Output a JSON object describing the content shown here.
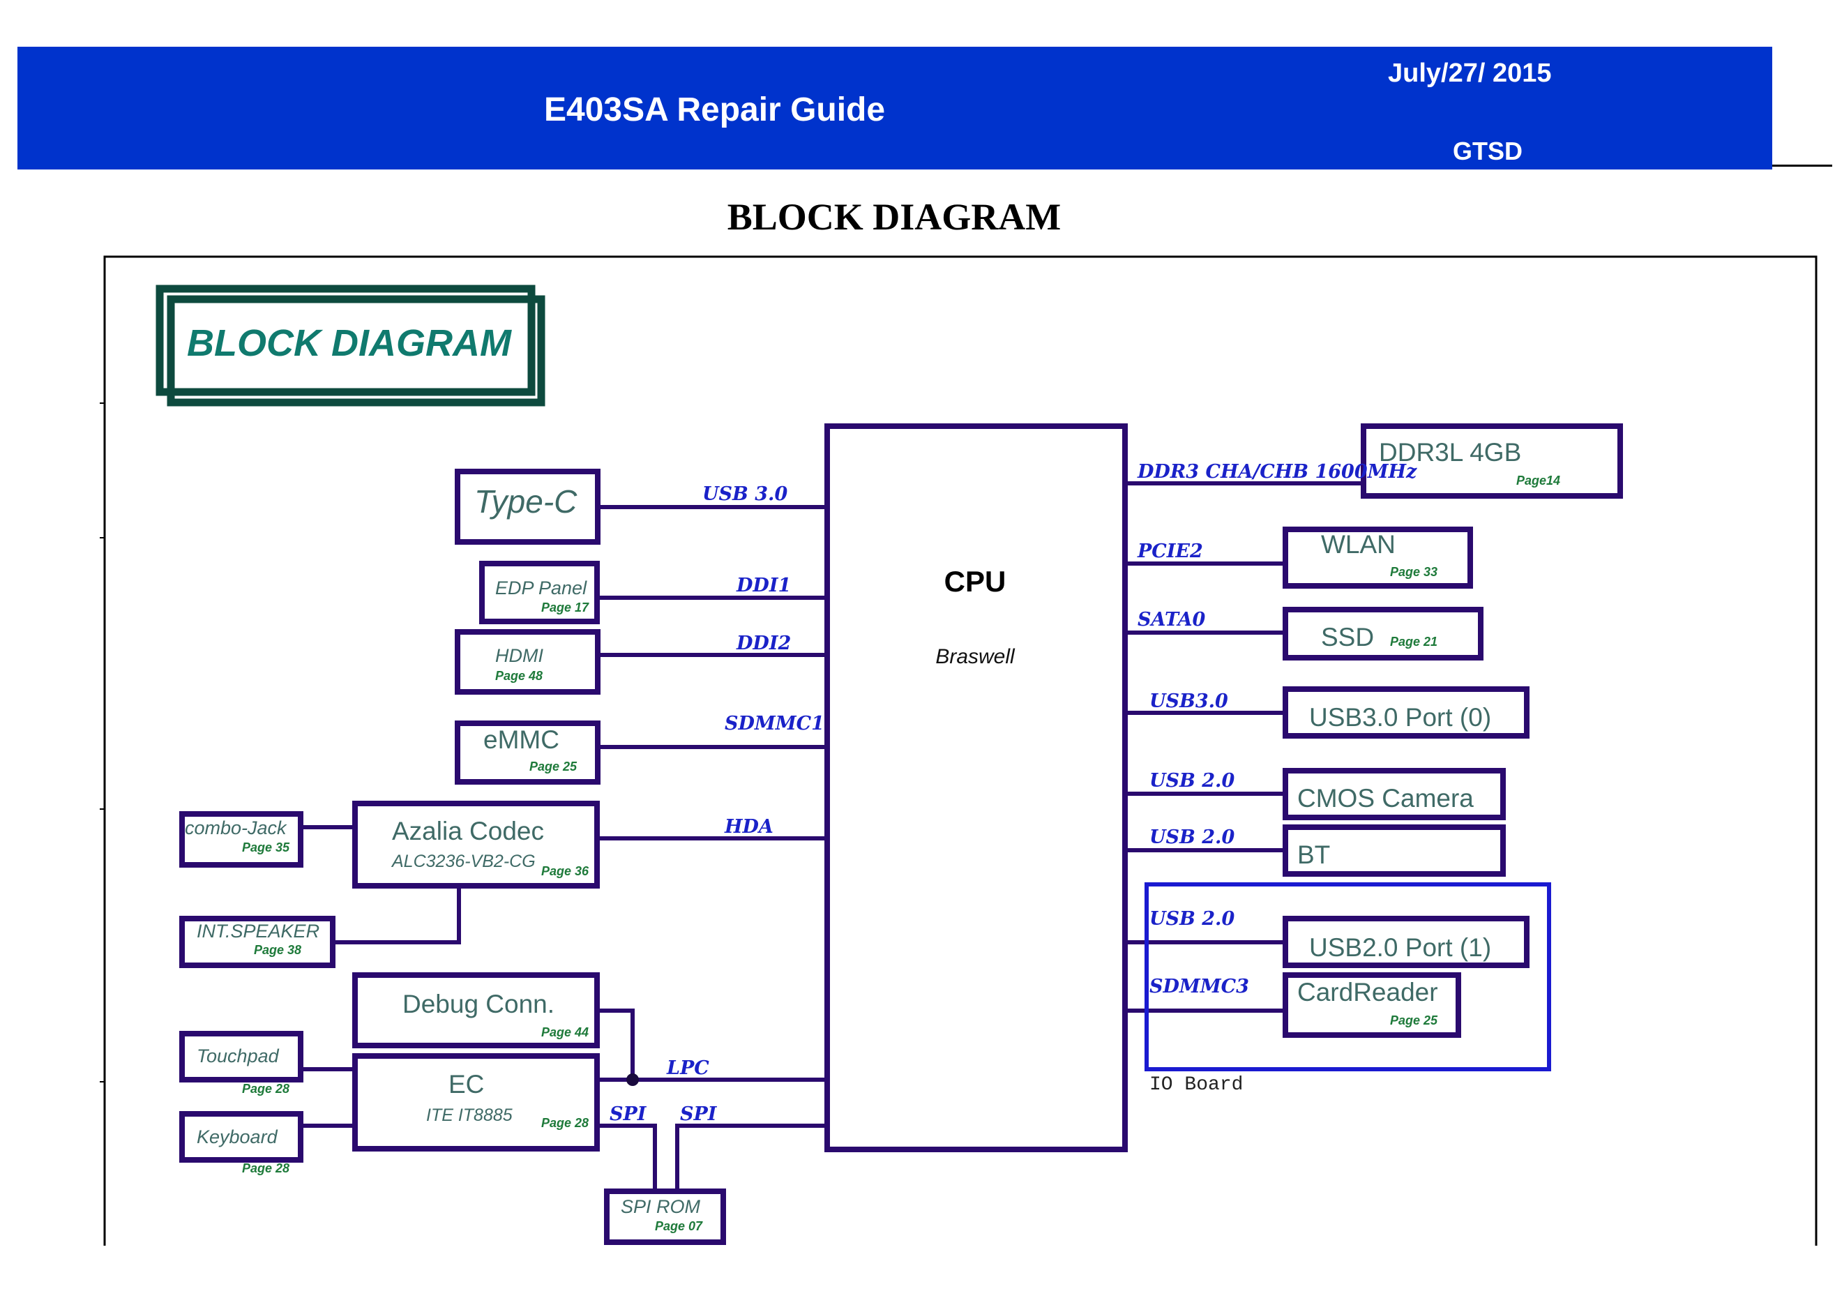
{
  "header": {
    "title": "E403SA Repair Guide",
    "date": "July/27/ 2015",
    "org": "GTSD",
    "band_color": "#0033cc"
  },
  "page_title": "BLOCK DIAGRAM",
  "diagram": {
    "badge_title": "BLOCK DIAGRAM",
    "colors": {
      "box_border": "#2a0a6e",
      "box_text": "#3f6a66",
      "bus_text": "#1a22c8",
      "page_text": "#1e7a3a",
      "io_board_border": "#1a1ad0",
      "badge_border": "#0d4a3e",
      "badge_text": "#107a6e"
    },
    "cpu": {
      "label": "CPU",
      "sublabel": "Braswell"
    },
    "nodes": [
      {
        "id": "type-c",
        "label": "Type-C",
        "italic": true,
        "page": ""
      },
      {
        "id": "edp-panel",
        "label": "EDP Panel",
        "italic": true,
        "page": "Page 17"
      },
      {
        "id": "hdmi",
        "label": "HDMI",
        "italic": true,
        "page": "Page 48"
      },
      {
        "id": "emmc",
        "label": "eMMC",
        "italic": false,
        "page": "Page 25"
      },
      {
        "id": "combo-jack",
        "label": "combo-Jack",
        "italic": true,
        "page": "Page 35"
      },
      {
        "id": "azalia-codec",
        "label": "Azalia Codec",
        "sublabel": "ALC3236-VB2-CG",
        "italic": false,
        "page": "Page 36"
      },
      {
        "id": "int-speaker",
        "label": "INT.SPEAKER",
        "italic": true,
        "page": "Page 38"
      },
      {
        "id": "debug-conn",
        "label": "Debug Conn.",
        "italic": false,
        "page": "Page 44"
      },
      {
        "id": "touchpad",
        "label": "Touchpad",
        "italic": true,
        "page": "Page 28"
      },
      {
        "id": "ec",
        "label": "EC",
        "sublabel": "ITE IT8885",
        "italic": false,
        "page": "Page 28"
      },
      {
        "id": "keyboard",
        "label": "Keyboard",
        "italic": true,
        "page": "Page 28"
      },
      {
        "id": "spi-rom",
        "label": "SPI ROM",
        "italic": true,
        "page": "Page 07"
      },
      {
        "id": "ddr3l",
        "label": "DDR3L 4GB",
        "italic": false,
        "page": "Page14"
      },
      {
        "id": "wlan",
        "label": "WLAN",
        "italic": false,
        "page": "Page 33"
      },
      {
        "id": "ssd",
        "label": "SSD",
        "italic": false,
        "page": "Page 21"
      },
      {
        "id": "usb30-port",
        "label": "USB3.0 Port (0)",
        "italic": false,
        "page": ""
      },
      {
        "id": "cmos-camera",
        "label": "CMOS Camera",
        "italic": false,
        "page": ""
      },
      {
        "id": "bt",
        "label": "BT",
        "italic": false,
        "page": ""
      },
      {
        "id": "usb20-port",
        "label": "USB2.0 Port (1)",
        "italic": false,
        "page": ""
      },
      {
        "id": "card-reader",
        "label": "CardReader",
        "italic": false,
        "page": "Page 25"
      }
    ],
    "buses": [
      {
        "from": "type-c",
        "to": "cpu",
        "label": "USB 3.0"
      },
      {
        "from": "edp-panel",
        "to": "cpu",
        "label": "DDI1"
      },
      {
        "from": "hdmi",
        "to": "cpu",
        "label": "DDI2"
      },
      {
        "from": "emmc",
        "to": "cpu",
        "label": "SDMMC1"
      },
      {
        "from": "azalia-codec",
        "to": "cpu",
        "label": "HDA"
      },
      {
        "from": "combo-jack",
        "to": "azalia-codec",
        "label": ""
      },
      {
        "from": "azalia-codec",
        "to": "int-speaker",
        "label": ""
      },
      {
        "from": "ec",
        "to": "cpu",
        "label": "LPC"
      },
      {
        "from": "debug-conn",
        "to": "ec-cpu-lpc",
        "label": ""
      },
      {
        "from": "touchpad",
        "to": "ec",
        "label": ""
      },
      {
        "from": "keyboard",
        "to": "ec",
        "label": ""
      },
      {
        "from": "ec",
        "to": "spi-rom",
        "label": "SPI"
      },
      {
        "from": "cpu",
        "to": "spi-rom",
        "label": "SPI"
      },
      {
        "from": "cpu",
        "to": "ddr3l",
        "label": "DDR3 CHA/CHB 1600MHz"
      },
      {
        "from": "cpu",
        "to": "wlan",
        "label": "PCIE2"
      },
      {
        "from": "cpu",
        "to": "ssd",
        "label": "SATA0"
      },
      {
        "from": "cpu",
        "to": "usb30-port",
        "label": "USB3.0"
      },
      {
        "from": "cpu",
        "to": "cmos-camera",
        "label": "USB 2.0"
      },
      {
        "from": "cpu",
        "to": "bt",
        "label": "USB 2.0"
      },
      {
        "from": "cpu",
        "to": "usb20-port",
        "label": "USB 2.0"
      },
      {
        "from": "cpu",
        "to": "card-reader",
        "label": "SDMMC3"
      }
    ],
    "groups": [
      {
        "id": "io-board",
        "label": "IO Board",
        "members": [
          "usb20-port",
          "card-reader"
        ]
      }
    ]
  }
}
